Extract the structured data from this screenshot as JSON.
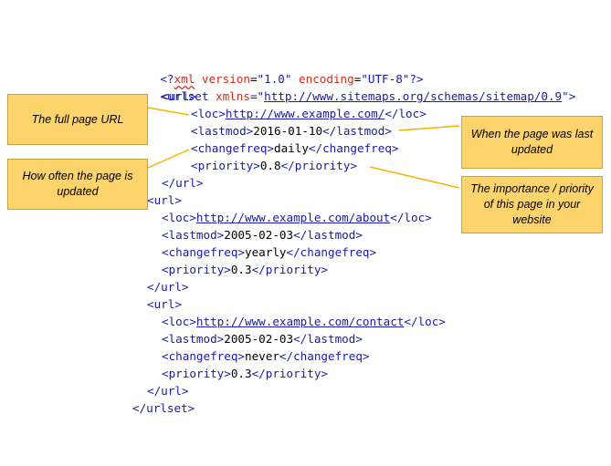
{
  "xml_decl": {
    "open": "<?",
    "xml": "xml",
    "version_attr": "version",
    "version_val": "\"1.0\"",
    "encoding_attr": "encoding",
    "encoding_val": "\"UTF-8\"",
    "close": "?>"
  },
  "urlset": {
    "open_prefix": "<urlset ",
    "xmlns_attr": "xmlns",
    "eq": "=\"",
    "xmlns_url": "http://www.sitemaps.org/schemas/sitemap/0.9",
    "open_suffix": "\">",
    "close": "</urlset>"
  },
  "urls": [
    {
      "loc": "http://www.example.com/",
      "lastmod": "2016-01-10",
      "changefreq": "daily",
      "priority": "0.8"
    },
    {
      "loc": "http://www.example.com/about",
      "lastmod": "2005-02-03",
      "changefreq": "yearly",
      "priority": "0.3"
    },
    {
      "loc": "http://www.example.com/contact",
      "lastmod": "2005-02-03",
      "changefreq": "never",
      "priority": "0.3"
    }
  ],
  "tags": {
    "url_open": "<url>",
    "url_close": "</url>",
    "loc_open": "<loc>",
    "loc_close": "</loc>",
    "lastmod_open": "<lastmod>",
    "lastmod_close": "</lastmod>",
    "changefreq_open": "<changefreq>",
    "changefreq_close": "</changefreq>",
    "priority_open": "<priority>",
    "priority_close": "</priority>"
  },
  "callouts": {
    "full_url": "The full page URL",
    "how_often": "How often the page is updated",
    "last_updated": "When the page was last updated",
    "importance": "The importance / priority of this page in your website"
  },
  "colors": {
    "callout_fill": "#fdd36b",
    "tag": "#1a1aa6",
    "attr": "#d12f1b"
  }
}
